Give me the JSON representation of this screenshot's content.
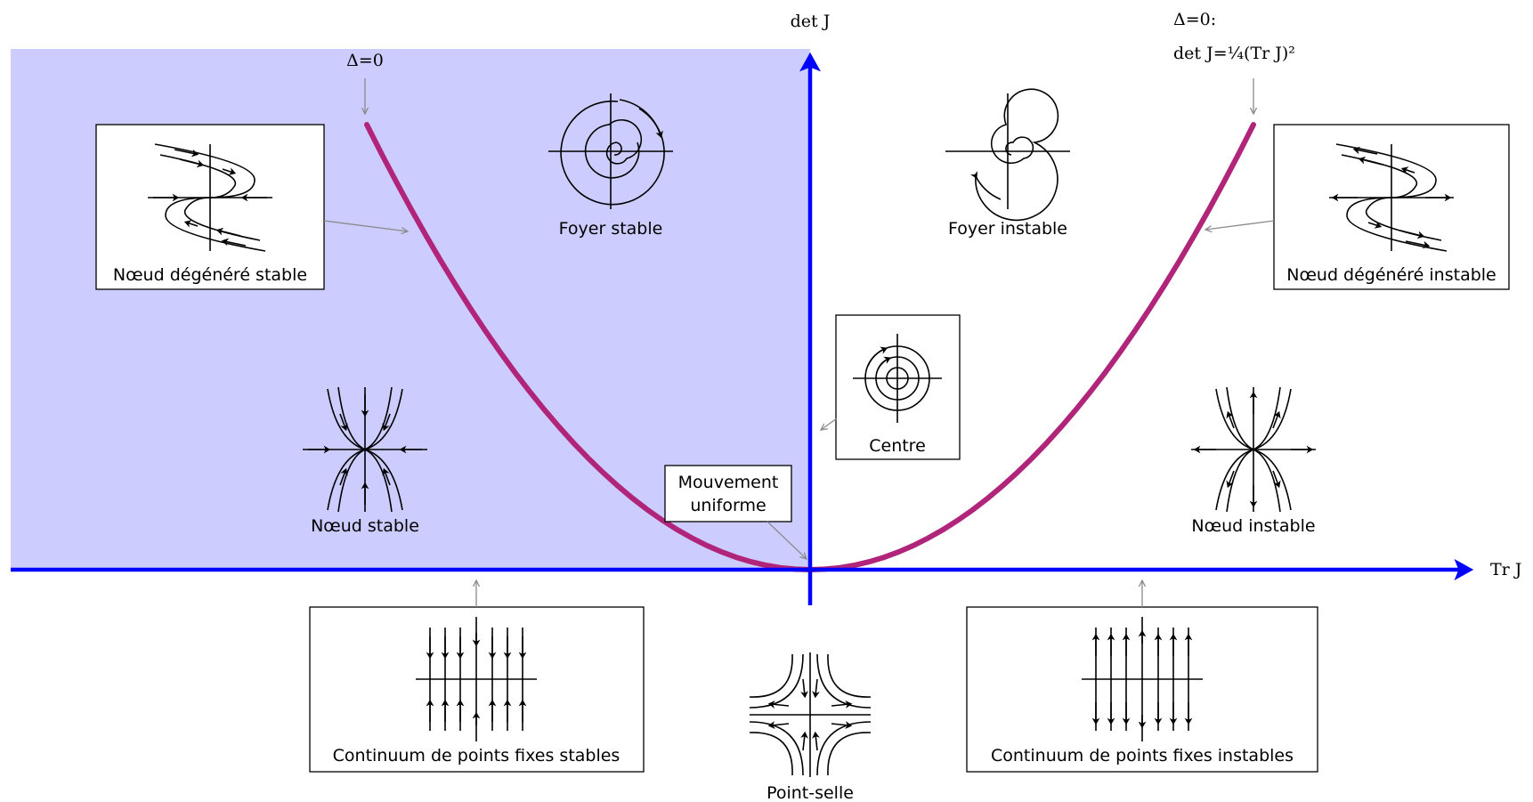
{
  "axes": {
    "x_label": "Tr J",
    "y_label": "det J"
  },
  "discriminant": {
    "left_label": "Δ=0",
    "right_label": "Δ=0:",
    "right_equation": "det J=¼(Tr J)²"
  },
  "regions": {
    "stable_focus": "Foyer stable",
    "unstable_focus": "Foyer instable",
    "center": "Centre",
    "stable_node": "Nœud stable",
    "unstable_node": "Nœud instable",
    "degenerate_stable": "Nœud dégénéré stable",
    "degenerate_unstable": "Nœud dégénéré instable",
    "uniform_motion_line1": "Mouvement",
    "uniform_motion_line2": "uniforme",
    "continuum_stable": "Continuum de points fixes stables",
    "continuum_unstable": "Continuum de points fixes instables",
    "saddle": "Point-selle"
  },
  "colors": {
    "stable_region": "#ccccff",
    "axis": "#0000ff",
    "parabola": "#b0257a",
    "pointer": "#8a8a8a"
  }
}
